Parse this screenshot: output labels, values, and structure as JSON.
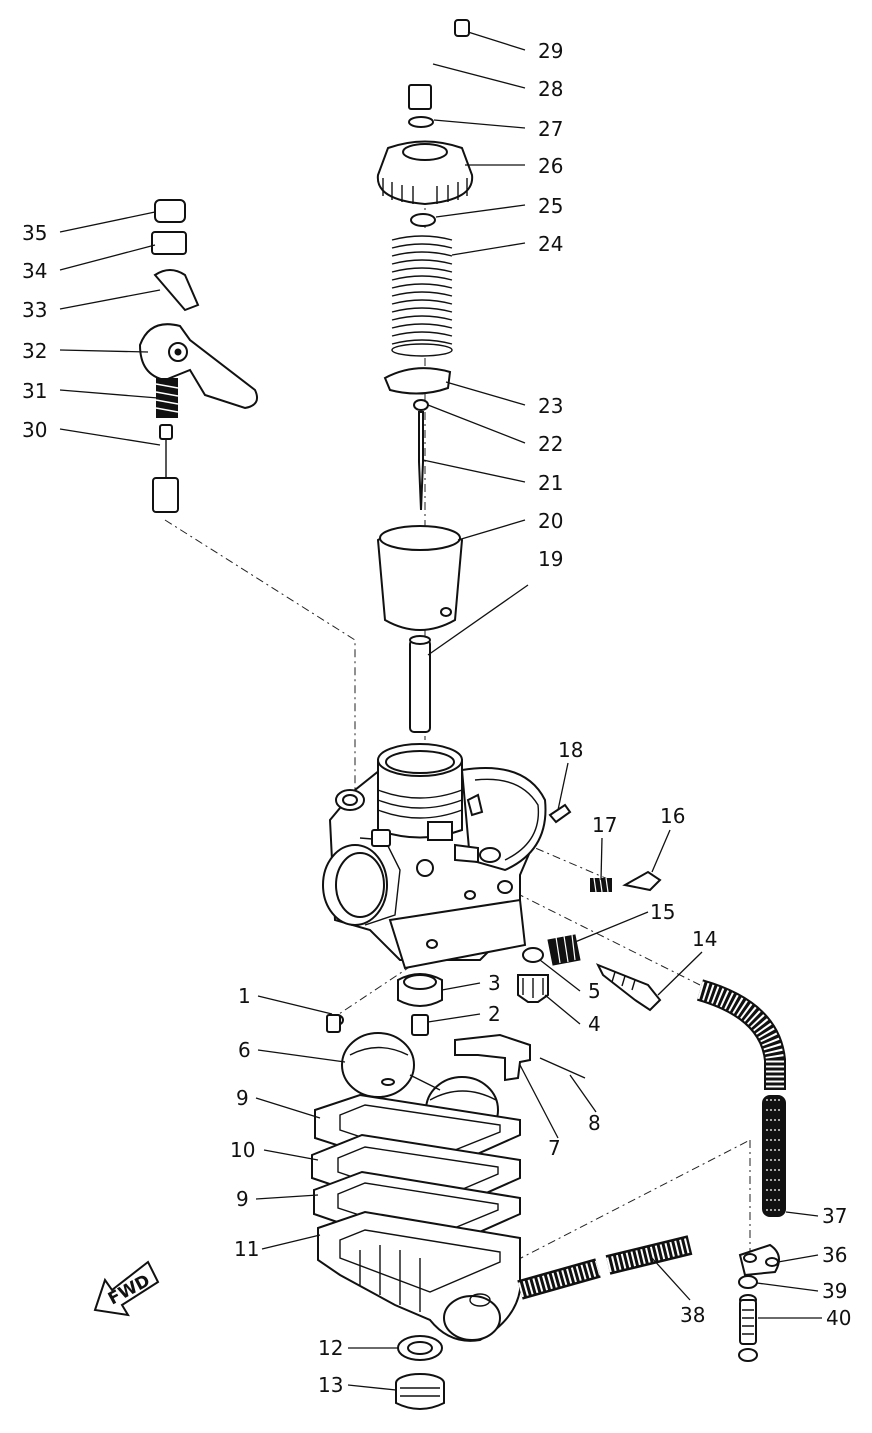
{
  "diagram": {
    "fwd_label": "FWD",
    "callouts": [
      "1",
      "2",
      "3",
      "4",
      "5",
      "6",
      "7",
      "8",
      "9",
      "10",
      "9",
      "11",
      "12",
      "13",
      "14",
      "15",
      "16",
      "17",
      "18",
      "19",
      "20",
      "21",
      "22",
      "23",
      "24",
      "25",
      "26",
      "27",
      "28",
      "29",
      "30",
      "31",
      "32",
      "33",
      "34",
      "35",
      "36",
      "37",
      "38",
      "39",
      "40"
    ]
  }
}
